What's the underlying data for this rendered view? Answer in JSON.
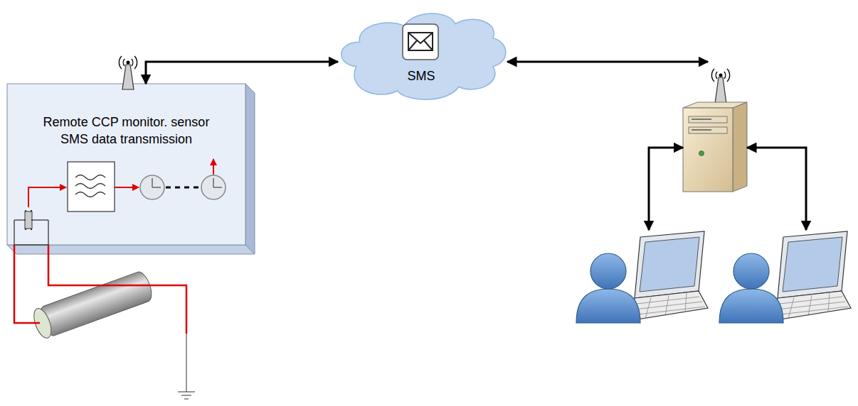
{
  "diagram": {
    "nodes": [
      {
        "text": [
          "Remote CCP monitor. sensor SMS data transmission"
        ]
      },
      {
        "text": [
          "SMS"
        ]
      }
    ],
    "edges": [
      {
        "from": 0,
        "to": 1,
        "arrow": "both"
      }
    ]
  }
}
